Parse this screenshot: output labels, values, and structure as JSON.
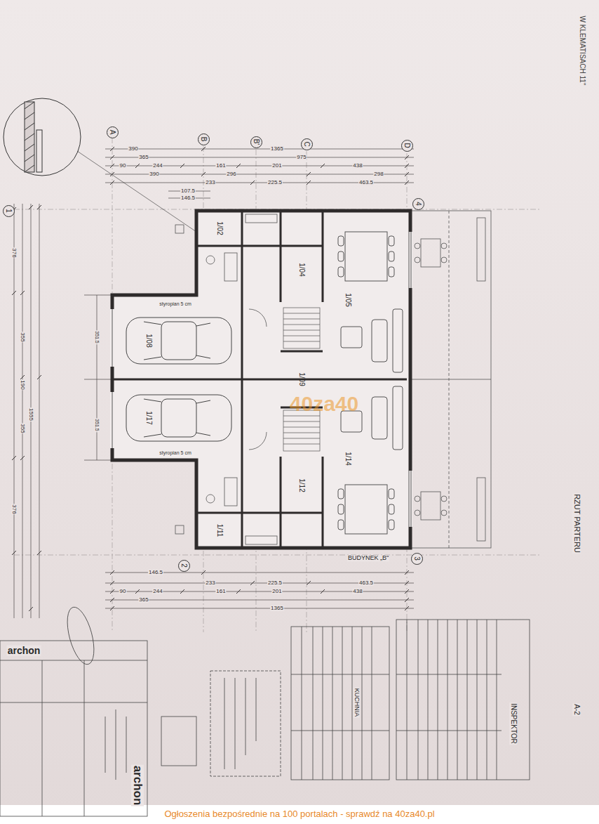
{
  "diagram": {
    "nodes": [
      {
        "text": [
          "A"
        ]
      },
      {
        "text": [
          "B"
        ]
      },
      {
        "text": [
          "B'"
        ]
      },
      {
        "text": [
          "C"
        ]
      },
      {
        "text": [
          "D"
        ]
      },
      {
        "text": [
          "1"
        ]
      },
      {
        "text": [
          "4"
        ]
      },
      {
        "text": [
          "1/02"
        ]
      },
      {
        "text": [
          "1/04"
        ]
      },
      {
        "text": [
          "1/05"
        ]
      },
      {
        "text": [
          "1/08"
        ]
      },
      {
        "text": [
          "1/09"
        ]
      },
      {
        "text": [
          "1/17"
        ]
      },
      {
        "text": [
          "1/14"
        ]
      },
      {
        "text": [
          "1/12"
        ]
      },
      {
        "text": [
          "1/11"
        ]
      },
      {
        "text": [
          "2"
        ]
      },
      {
        "text": [
          "3"
        ]
      }
    ],
    "labels": [
      "W KLEMATISACH 11\"",
      "RZUT PARTERU",
      "A-2",
      "INSPEKTOR",
      "KUCHNIA",
      "BUDYNEK „B\"",
      "styropian 5 cm",
      "styropian 5 cm",
      "351.5",
      "351.5",
      "390",
      "1365",
      "365",
      "975",
      "90",
      "244",
      "161",
      "201",
      "438",
      "390",
      "296",
      "298",
      "233",
      "225.5",
      "463.5",
      "146.5",
      "107.5",
      "146.5",
      "233",
      "225.5",
      "463.5",
      "90",
      "244",
      "161",
      "201",
      "438",
      "365",
      "1365",
      "376",
      "1555",
      "376",
      "355",
      "190",
      "355",
      "archon",
      "archon",
      "40za40",
      "Ogłoszenia bezpośrednie na 100 portalach - sprawdź na 40za40.pl"
    ]
  }
}
